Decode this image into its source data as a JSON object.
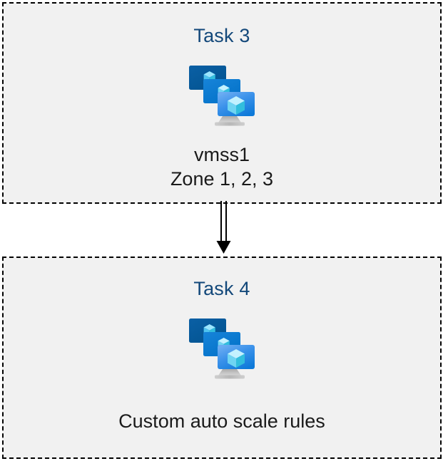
{
  "diagram": {
    "type": "flow",
    "background_color": "#ffffff",
    "box_fill_color": "#f1f1f1",
    "box_border_color": "#000000",
    "box_border_style": "dashed",
    "title_color": "#13487a",
    "caption_color": "#1a1a1a",
    "connector_color": "#000000"
  },
  "boxes": [
    {
      "id": "task-3",
      "title": "Task 3",
      "icon": "azure-vm-scale-set-icon",
      "captions": [
        "vmss1",
        "Zone 1, 2, 3"
      ]
    },
    {
      "id": "task-4",
      "title": "Task 4",
      "icon": "azure-vm-scale-set-icon",
      "captions": [
        "Custom auto scale rules"
      ]
    }
  ],
  "connector": {
    "name": "double-line-arrow-down",
    "from": "task-3",
    "to": "task-4",
    "direction": "down",
    "style": "double-line-with-solid-arrowhead"
  },
  "icon_colors": {
    "monitor_back": "#005ba1",
    "monitor_middle": "#0078d4",
    "monitor_front_top": "#5ea0ef",
    "monitor_front_bottom": "#0f7ddb",
    "cube_light": "#c3f1ff",
    "cube_mid": "#9cebff",
    "cube_dark": "#32bedd",
    "stand": "#b3b3b3"
  }
}
